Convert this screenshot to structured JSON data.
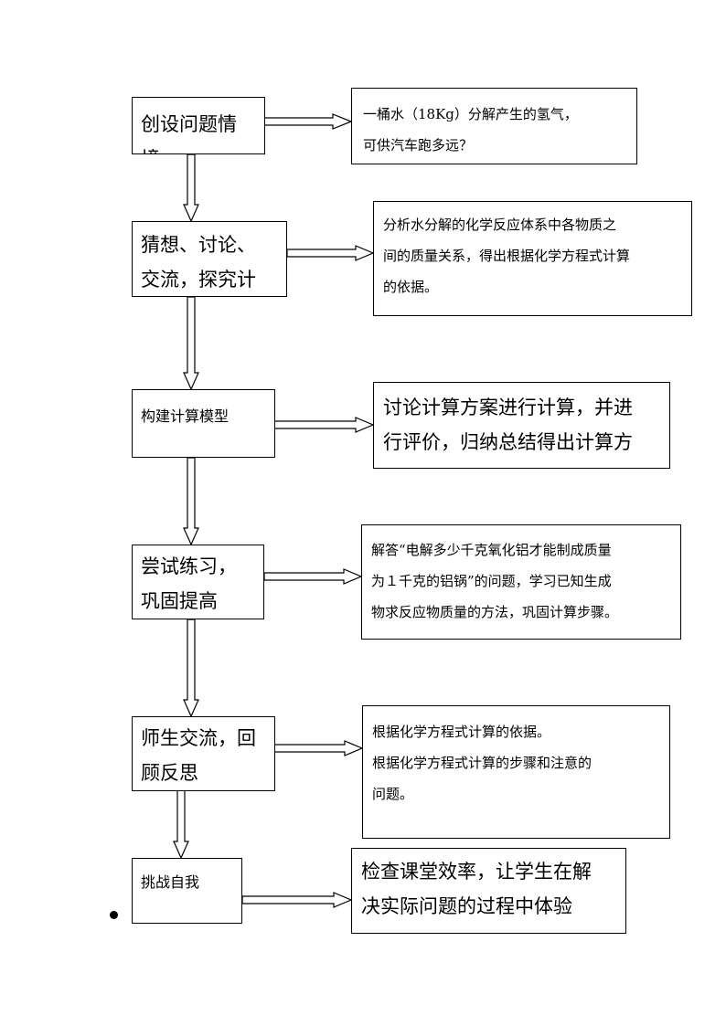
{
  "steps": [
    {
      "label": "创设问题情\n境",
      "description": "一桶水（18Kg）分解产生的氢气，\n可供汽车跑多远？"
    },
    {
      "label": "猜想、讨论、\n交流，探究计",
      "description": "分析水分解的化学反应体系中各物质之\n间的质量关系，得出根据化学方程式计算\n的依据。"
    },
    {
      "label": "构建计算模型",
      "description": "讨论计算方案进行计算，并进\n行评价，归纳总结得出计算方"
    },
    {
      "label": "尝试练习，\n巩固提高",
      "description": "解答“电解多少千克氧化铝才能制成质量\n为１千克的铝锅”的问题，学习已知生成\n物求反应物质量的方法，巩固计算步骤。"
    },
    {
      "label": "师生交流，回\n顾反思",
      "description": "根据化学方程式计算的依据。\n根据化学方程式计算的步骤和注意的\n问题。"
    },
    {
      "label": "挑战自我",
      "description": "检查课堂效率，让学生在解\n决实际问题的过程中体验"
    }
  ]
}
